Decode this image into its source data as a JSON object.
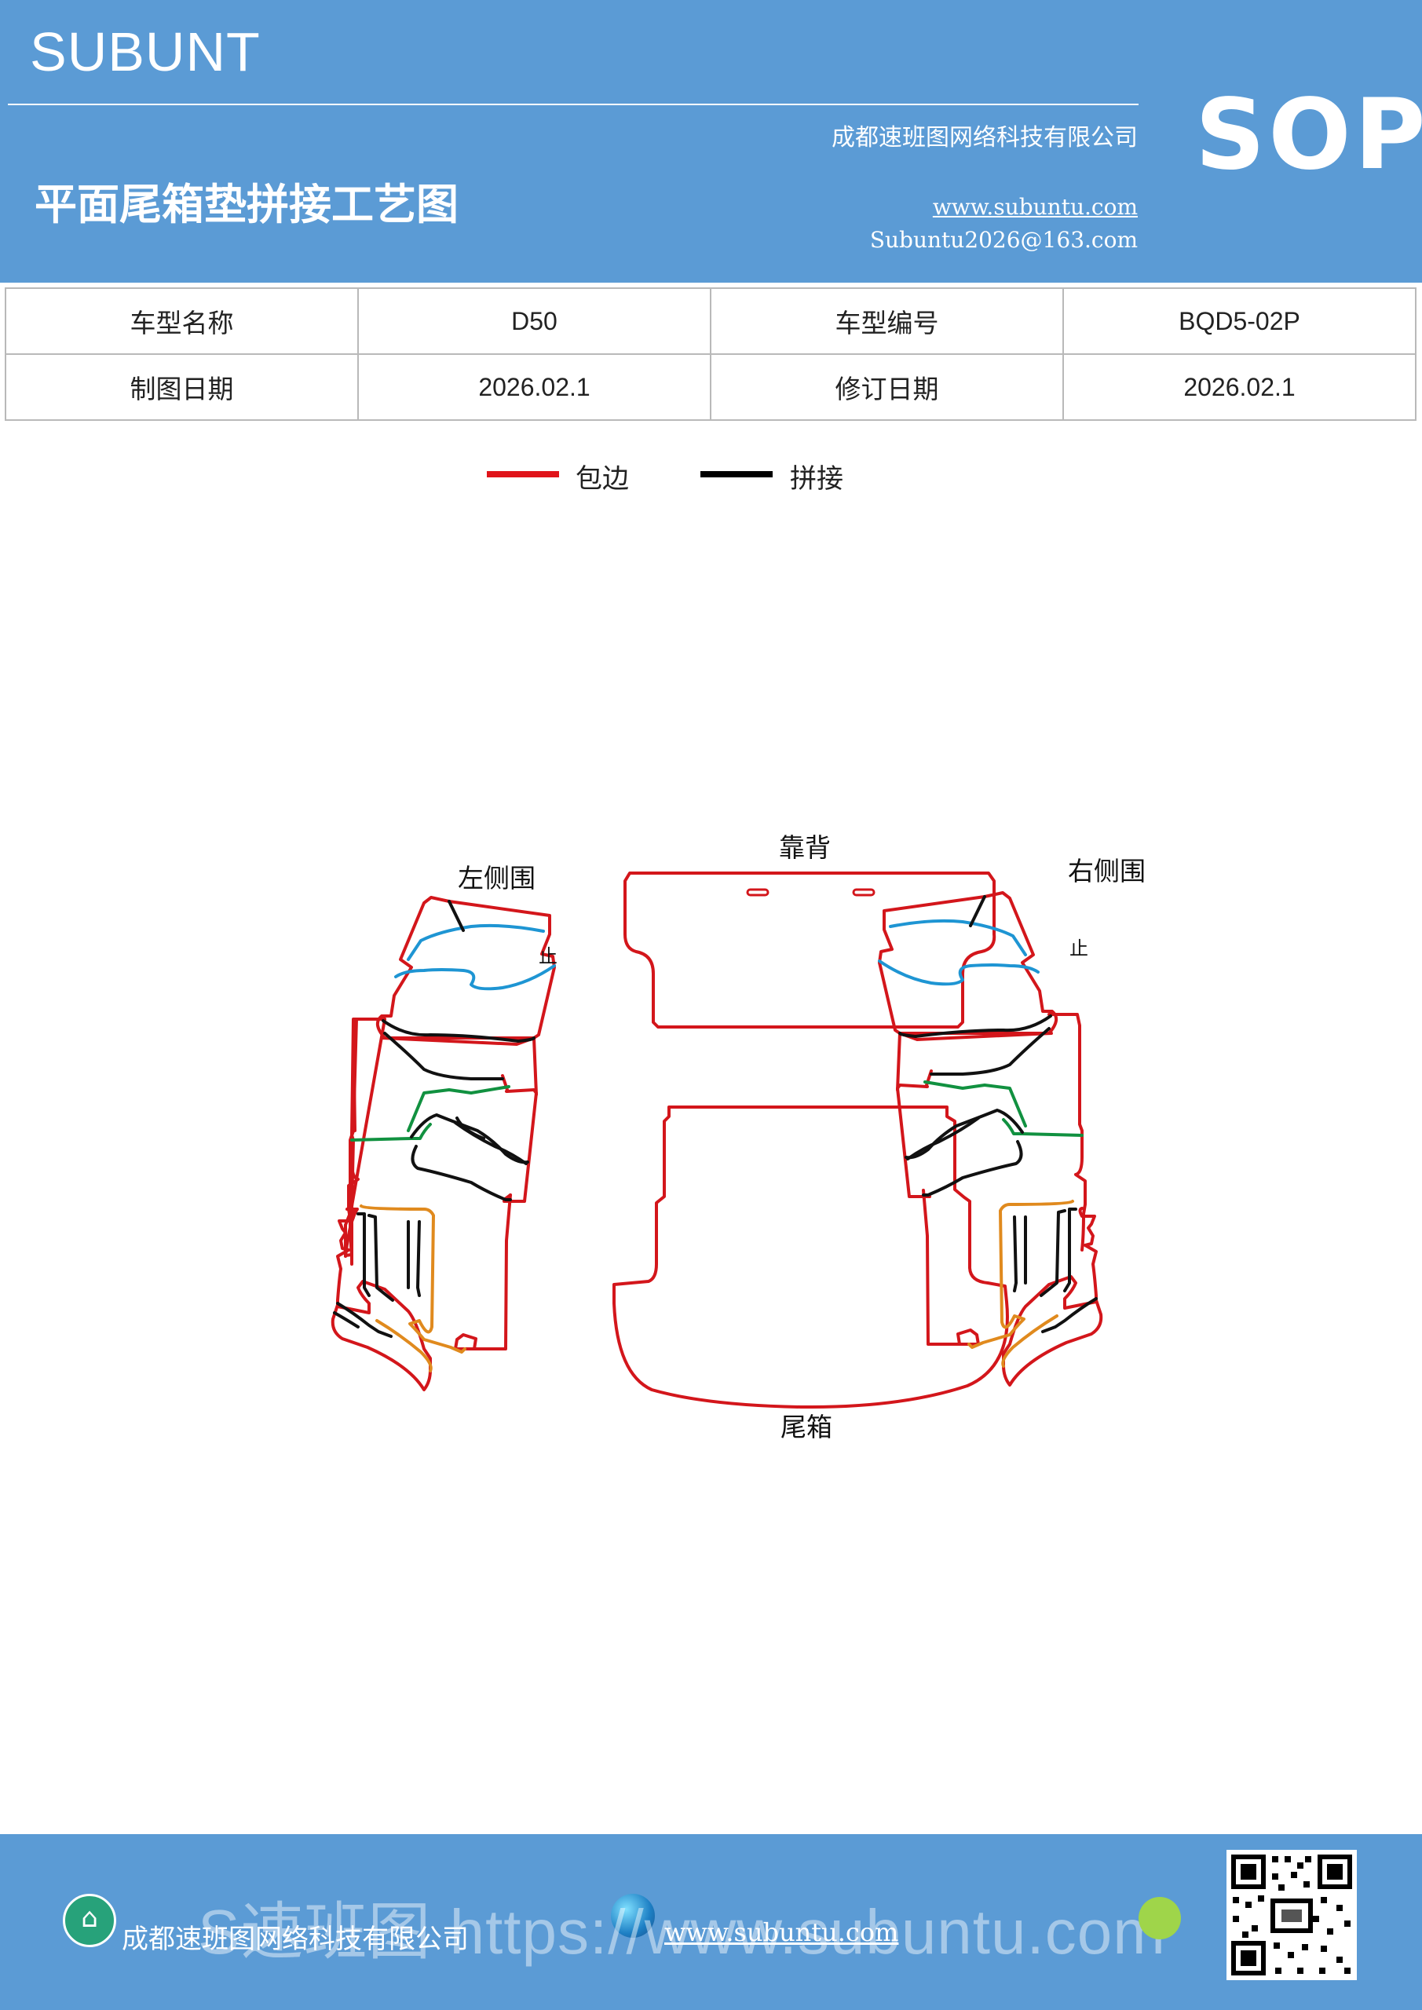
{
  "header": {
    "brand": "SUBUNT",
    "title": "平面尾箱垫拼接工艺图",
    "company": "成都速班图网络科技有限公司",
    "website": "www.subuntu.com",
    "email": "Subuntu2026@163.com",
    "badge": "SOP"
  },
  "info_table": {
    "rows": [
      [
        "车型名称",
        "D50",
        "车型编号",
        "BQD5-02P"
      ],
      [
        "制图日期",
        "2026.02.1",
        "修订日期",
        "2026.02.1"
      ]
    ]
  },
  "legend": {
    "items": [
      {
        "label": "包边",
        "color": "#e0141a"
      },
      {
        "label": "拼接",
        "color": "#000000"
      }
    ]
  },
  "diagram": {
    "labels": {
      "left_side": "左侧围",
      "backrest": "靠背",
      "right_side": "右侧围",
      "trunk": "尾箱",
      "left_mark": "止",
      "right_mark": "止"
    },
    "colors": {
      "edge": "#d3161b",
      "seam": "#111111",
      "blue": "#1e95d3",
      "green": "#119140",
      "orange": "#e08a1e"
    }
  },
  "footer": {
    "company": "成都速班图网络科技有限公司",
    "website": "www.subuntu.com",
    "watermark": "S速班图 https://www.subuntu.com",
    "icon": "building-icon"
  }
}
